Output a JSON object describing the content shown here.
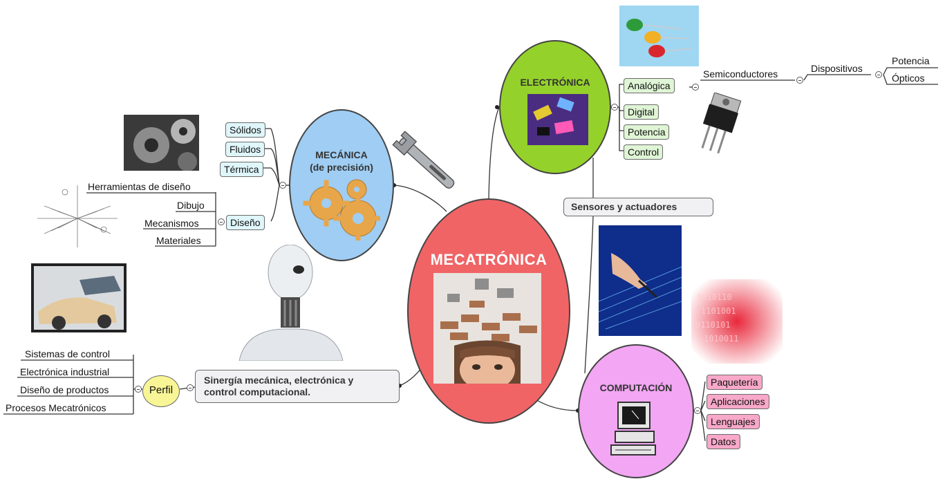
{
  "center": {
    "label": "MECATRÓNICA",
    "color": "#f06466"
  },
  "mecanica": {
    "title_line1": "MECÁNICA",
    "title_line2": "(de precisión)",
    "color": "#9fcdf3",
    "items": [
      "Sólidos",
      "Fluidos",
      "Térmica",
      "Diseño"
    ],
    "diseno_items": [
      "Herramientas de diseño",
      "Dibujo",
      "Mecanismos",
      "Materiales"
    ]
  },
  "electronica": {
    "title": "ELECTRÓNICA",
    "color": "#95d12b",
    "items": [
      "Analógica",
      "Digital",
      "Potencia",
      "Control"
    ],
    "analogica_child": "Semiconductores",
    "semiconductores_child": "Dispositivos",
    "dispositivos_items": [
      "Potencia",
      "Ópticos"
    ]
  },
  "computacion": {
    "title": "COMPUTACIÓN",
    "color": "#f2a6f3",
    "items": [
      "Paquetería",
      "Aplicaciones",
      "Lenguajes",
      "Datos"
    ]
  },
  "sensores": {
    "label": "Sensores y actuadores"
  },
  "sinergia": {
    "line1": "Sinergía mecánica, electrónica y",
    "line2": "control computacional."
  },
  "perfil": {
    "label": "Perfil",
    "color": "#f8f596",
    "items": [
      "Sistemas de control",
      "Electrónica industrial",
      "Diseño de productos",
      "Procesos Mecatrónicos"
    ]
  },
  "icons": [
    "gears-icon",
    "wrench-icon",
    "chip-icon",
    "leds-icon",
    "transistor-icon",
    "computer-icon",
    "robot-icon",
    "binary-code-icon",
    "circuit-hand-icon",
    "car-cad-icon",
    "engine-gears-icon",
    "cad-drawing-icon",
    "head-bricks-icon"
  ]
}
